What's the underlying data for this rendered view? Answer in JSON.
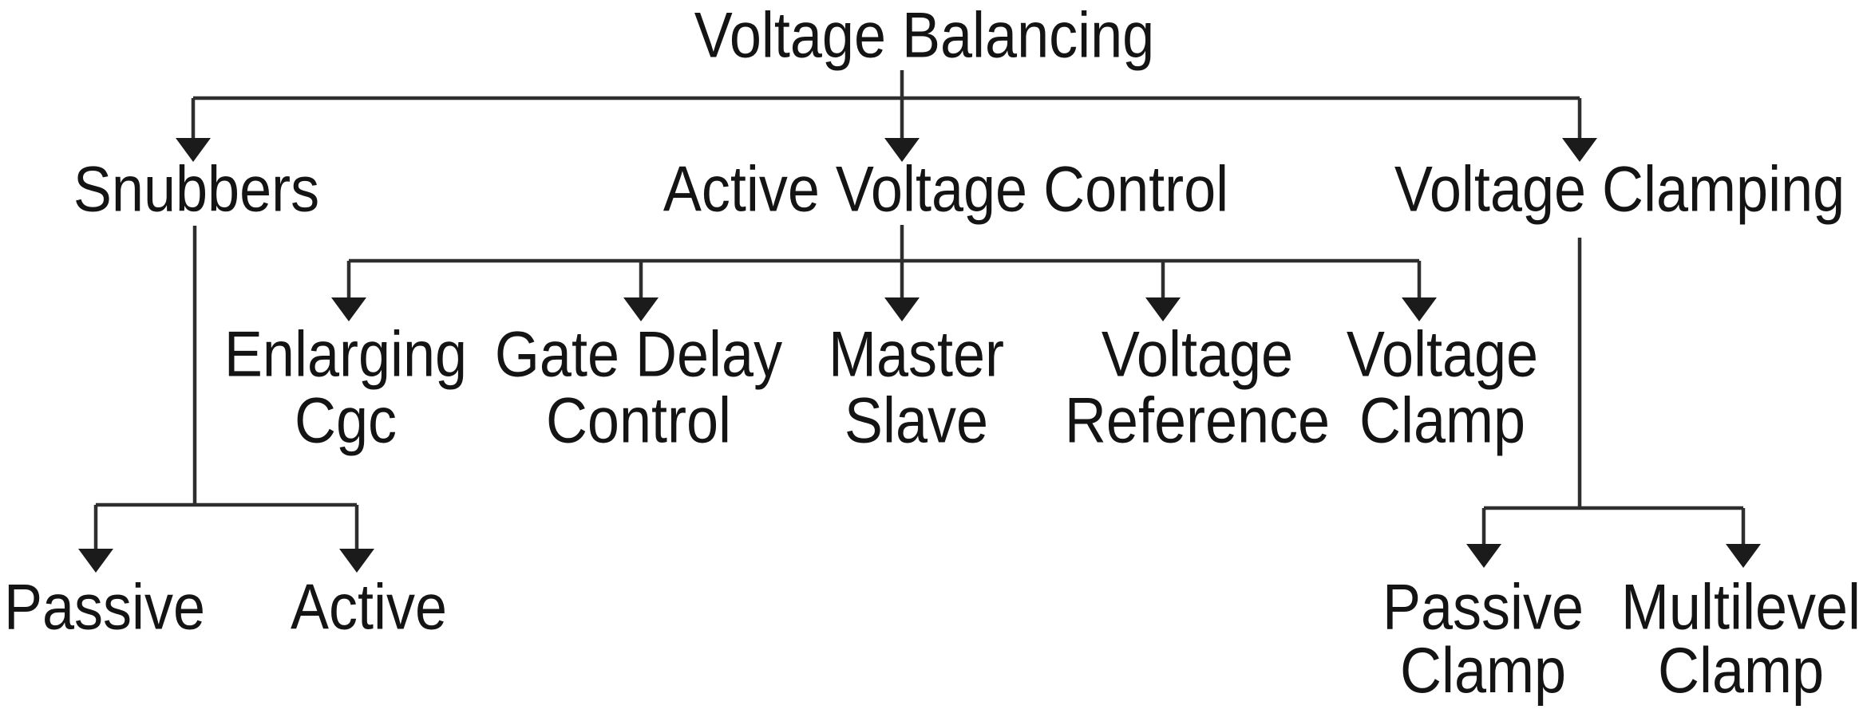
{
  "tree": {
    "root": {
      "label": "Voltage Balancing"
    },
    "branches": [
      {
        "label": "Snubbers",
        "children": [
          {
            "label": "Passive"
          },
          {
            "label": "Active"
          }
        ]
      },
      {
        "label": "Active Voltage Control",
        "children": [
          {
            "line1": "Enlarging",
            "line2": "Cgc"
          },
          {
            "line1": "Gate Delay",
            "line2": "Control"
          },
          {
            "line1": "Master",
            "line2": "Slave"
          },
          {
            "line1": "Voltage",
            "line2": "Reference"
          },
          {
            "line1": "Voltage",
            "line2": "Clamp"
          }
        ]
      },
      {
        "label": "Voltage Clamping",
        "children": [
          {
            "line1": "Passive",
            "line2": "Clamp"
          },
          {
            "line1": "Multilevel",
            "line2": "Clamp"
          }
        ]
      }
    ]
  },
  "colors": {
    "line": "#2e2e2e",
    "arrow": "#1b1b1b",
    "text": "#141414",
    "background": "#ffffff"
  }
}
